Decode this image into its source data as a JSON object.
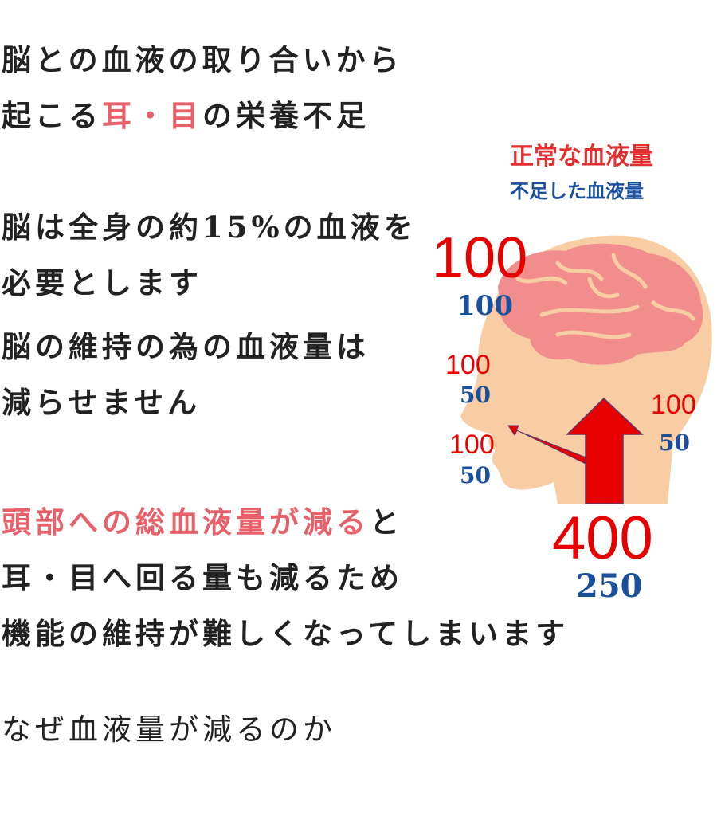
{
  "text": {
    "title_line1": "脳との血液の取り合いから",
    "title_line2_a": "起こる",
    "title_line2_ear": "耳",
    "title_line2_dot": "・",
    "title_line2_eye": "目",
    "title_line2_b": "の栄養不足",
    "p1_line1": "脳は全身の約15%の血液を",
    "p1_line2": "必要とします",
    "p2_line1": "脳の維持の為の血液量は",
    "p2_line2": "減らせません",
    "p3_line1_highlight": "頭部への総血液量が減る",
    "p3_line1_rest": "と",
    "p3_line2": "耳・目へ回る量も減るため",
    "p3_line3": "機能の維持が難しくなってしまいます",
    "question": "なぜ血液量が減るのか"
  },
  "diagram": {
    "legend_normal": "正常な血液量",
    "legend_deficient": "不足した血液量",
    "brain": {
      "normal": "100",
      "deficient": "100"
    },
    "eye": {
      "normal": "100",
      "deficient": "50"
    },
    "ear": {
      "normal": "100",
      "deficient": "50"
    },
    "mouth": {
      "normal": "100",
      "deficient": "50"
    },
    "total": {
      "normal": "400",
      "deficient": "250"
    }
  },
  "colors": {
    "highlight": "#e8606a",
    "normal": "#e60000",
    "deficient": "#1a4f9c",
    "skin": "#f9cda3",
    "brain": "#f28d8d"
  }
}
